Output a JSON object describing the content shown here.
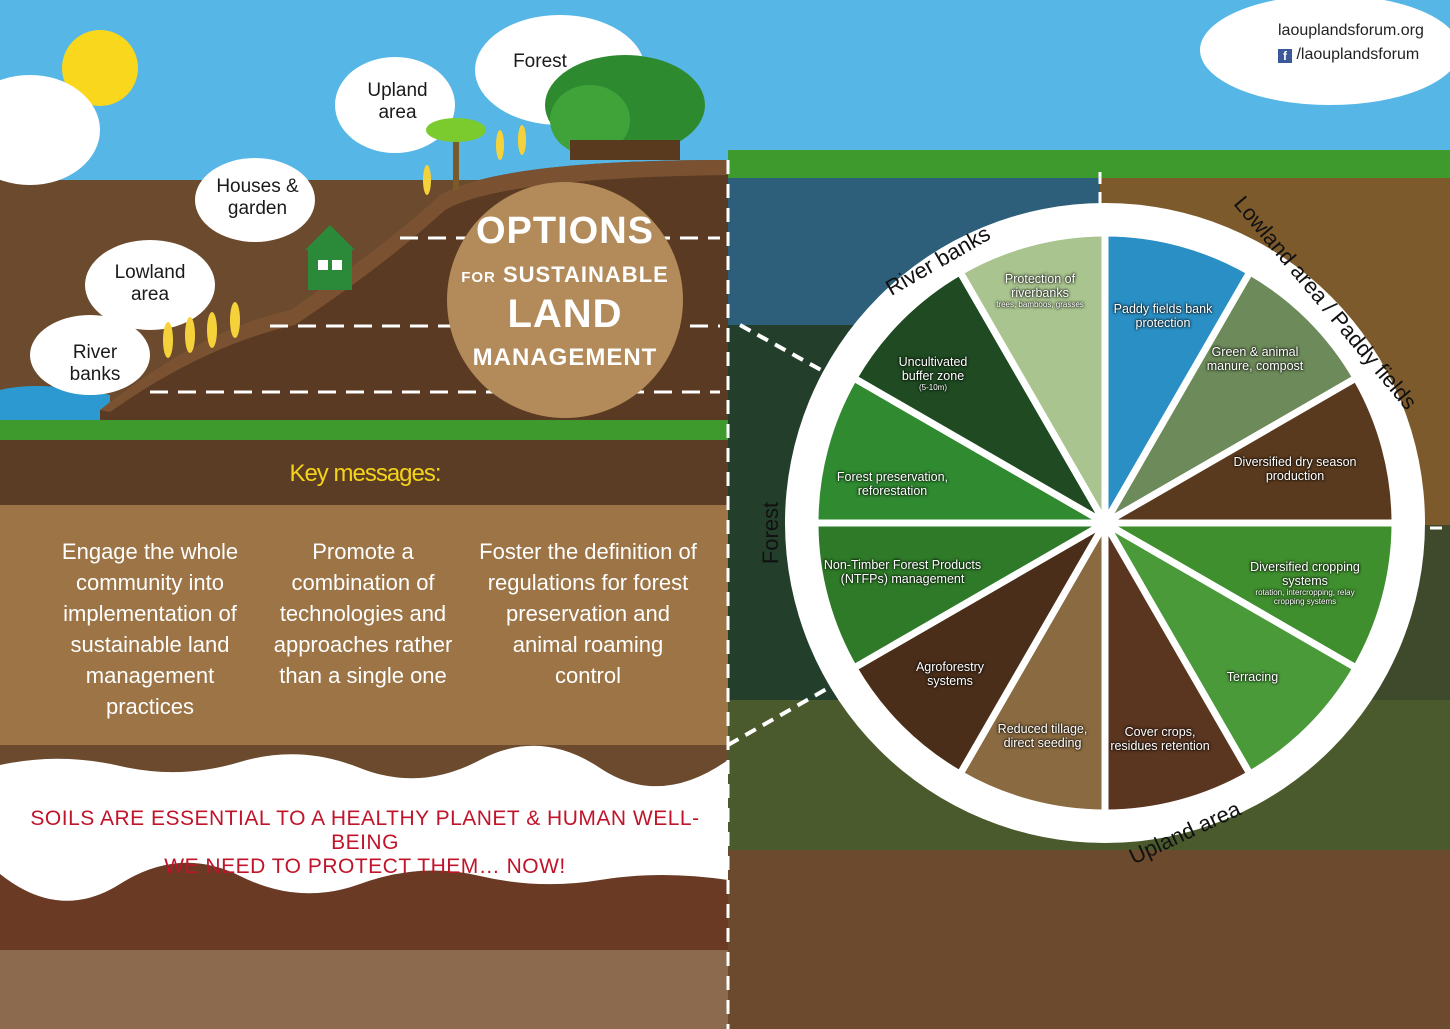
{
  "website": {
    "url": "laouplandsforum.org",
    "facebook": "/laouplandsforum",
    "facebook_icon": "facebook-icon"
  },
  "landscape_labels": {
    "river_banks": [
      "River",
      "banks"
    ],
    "lowland_area": [
      "Lowland",
      "area"
    ],
    "houses_garden": [
      "Houses &",
      "garden"
    ],
    "upland_area": [
      "Upland",
      "area"
    ],
    "forest": "Forest"
  },
  "title": {
    "line1": "OPTIONS",
    "line2a": "FOR",
    "line2b": "SUSTAINABLE",
    "line3": "LAND",
    "line4": "MANAGEMENT"
  },
  "key_messages": {
    "heading": "Key messages:",
    "items": [
      "Engage the whole community into implementation of sustainable land management practices",
      "Promote a combination of technologies and approaches rather than a single one",
      "Foster the definition of regulations for forest preservation and animal roaming control"
    ]
  },
  "slogan": {
    "line1": "SOILS ARE ESSENTIAL TO A HEALTHY PLANET & HUMAN WELL-BEING",
    "line2": "WE NEED TO PROTECT THEM… NOW!"
  },
  "wheel": {
    "ring_labels": {
      "river_banks": "River banks",
      "lowland": "Lowland area / Paddy fields",
      "forest": "Forest",
      "upland": "Upland area"
    },
    "segments": [
      {
        "label": "Protection of riverbanks",
        "sub": "trees, bamboos, grasses",
        "color": "#2a8fc4"
      },
      {
        "label": "Paddy fields bank protection",
        "sub": "",
        "color": "#6d8a5a"
      },
      {
        "label": "Green & animal manure, compost",
        "sub": "",
        "color": "#5a3a1e"
      },
      {
        "label": "Diversified dry season production",
        "sub": "",
        "color": "#3f8f2e"
      },
      {
        "label": "Diversified cropping systems",
        "sub": "rotation, intercropping, relay cropping systems",
        "color": "#4a9a3a"
      },
      {
        "label": "Terracing",
        "sub": "",
        "color": "#5a3520"
      },
      {
        "label": "Cover crops, residues retention",
        "sub": "",
        "color": "#8a6a40"
      },
      {
        "label": "Reduced tillage, direct seeding",
        "sub": "",
        "color": "#4a2e1a"
      },
      {
        "label": "Agroforestry systems",
        "sub": "",
        "color": "#2e7a28"
      },
      {
        "label": "Non-Timber Forest Products (NTFPs) management",
        "sub": "",
        "color": "#2f8a30"
      },
      {
        "label": "Forest preservation, reforestation",
        "sub": "",
        "color": "#1f4a22"
      },
      {
        "label": "Uncultivated buffer zone",
        "sub": "(5-10m)",
        "color": "#a9c48f"
      }
    ]
  },
  "colors": {
    "sky": "#4fb3e6",
    "soil_dark": "#5a3a22",
    "soil_light": "#a07848",
    "grass": "#3e9a2c",
    "slogan_red": "#c0142b",
    "key_heading": "#f5d31a",
    "badge": "#b38b5a"
  }
}
